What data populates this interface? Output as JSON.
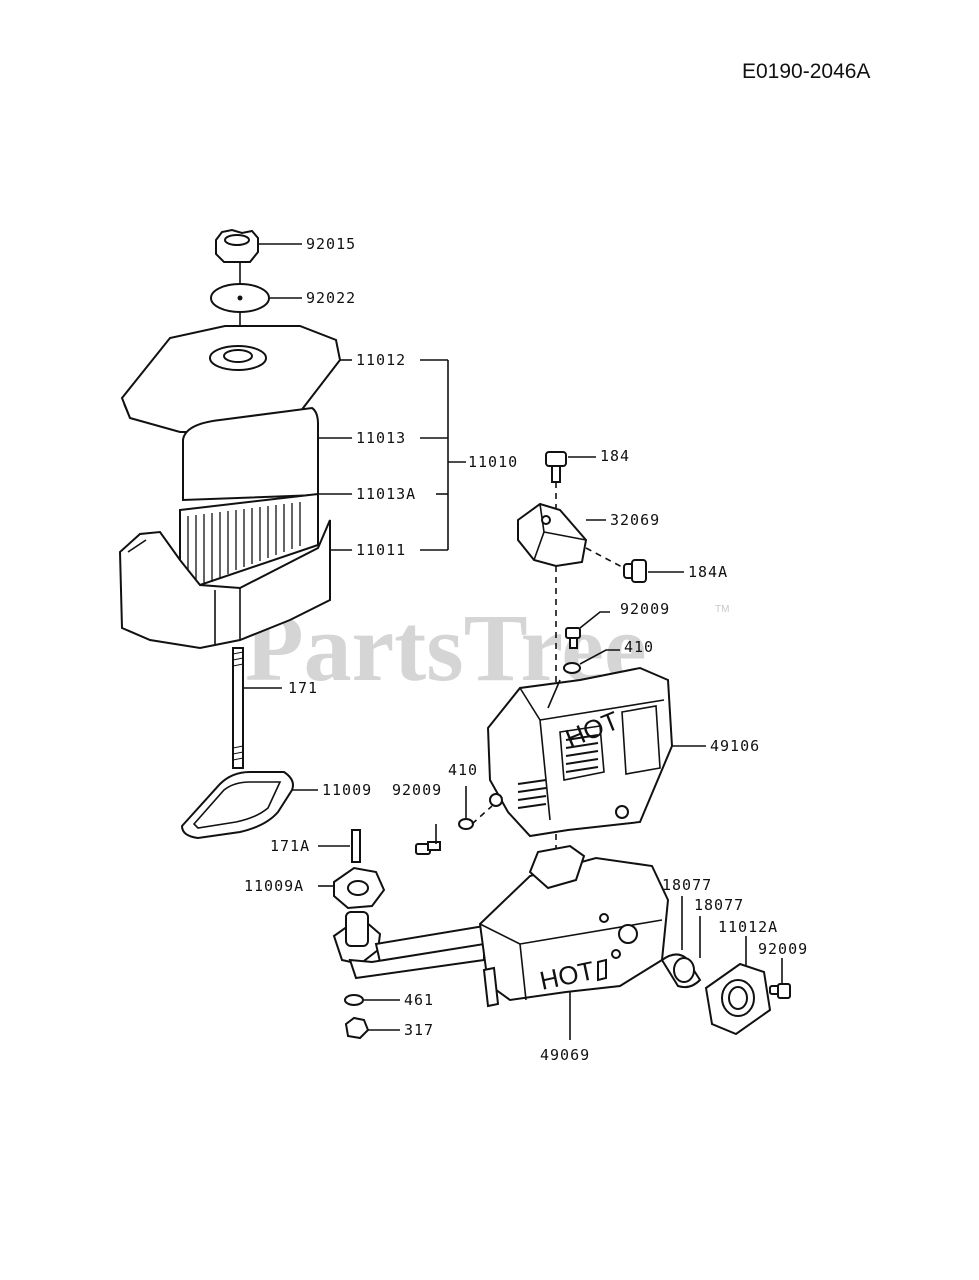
{
  "diagram_id": "E0190-2046A",
  "watermark": "PartsTree",
  "trademark": "TM",
  "hot_text": "HOT",
  "labels": {
    "p92015": "92015",
    "p92022": "92022",
    "p11012": "11012",
    "p11013": "11013",
    "p11010": "11010",
    "p11013a": "11013A",
    "p11011": "11011",
    "p171": "171",
    "p11009": "11009",
    "p184": "184",
    "p32069": "32069",
    "p184a": "184A",
    "p92009_top": "92009",
    "p410_top": "410",
    "p49106": "49106",
    "p92009_left": "92009",
    "p410_left": "410",
    "p171a": "171A",
    "p11009a": "11009A",
    "p18077_a": "18077",
    "p18077_b": "18077",
    "p11012a": "11012A",
    "p92009_right": "92009",
    "p461": "461",
    "p317": "317",
    "p49069": "49069"
  }
}
